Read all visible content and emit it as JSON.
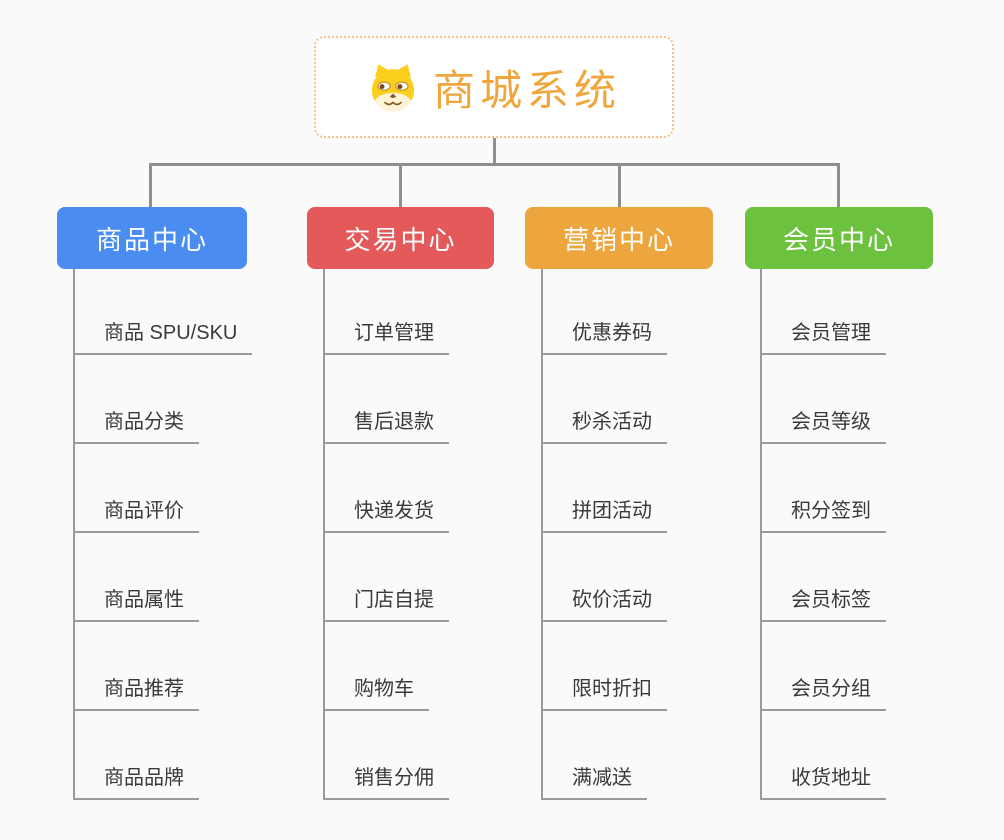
{
  "root": {
    "title": "商城系统",
    "icon": "dog-face-icon",
    "title_color": "#f0a63c",
    "border_color": "#f3c382"
  },
  "connector_color": "#8f8f8f",
  "child_line_color": "#9a9a9a",
  "background_color": "#fafafa",
  "branches": [
    {
      "label": "商品中心",
      "color": "#4a8cf0",
      "children": [
        "商品 SPU/SKU",
        "商品分类",
        "商品评价",
        "商品属性",
        "商品推荐",
        "商品品牌"
      ]
    },
    {
      "label": "交易中心",
      "color": "#e45a5b",
      "children": [
        "订单管理",
        "售后退款",
        "快递发货",
        "门店自提",
        "购物车",
        "销售分佣"
      ]
    },
    {
      "label": "营销中心",
      "color": "#eda63e",
      "children": [
        "优惠券码",
        "秒杀活动",
        "拼团活动",
        "砍价活动",
        "限时折扣",
        "满减送"
      ]
    },
    {
      "label": "会员中心",
      "color": "#6cc13e",
      "children": [
        "会员管理",
        "会员等级",
        "积分签到",
        "会员标签",
        "会员分组",
        "收货地址"
      ]
    }
  ]
}
